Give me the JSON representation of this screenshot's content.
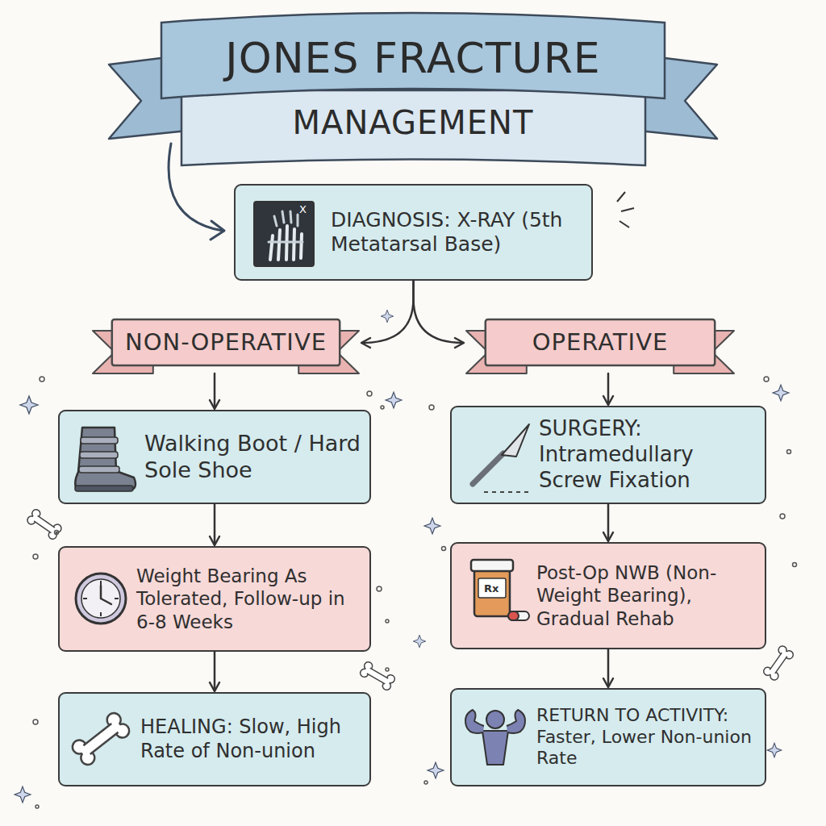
{
  "diagram": {
    "title": "JONES FRACTURE MANAGEMENT",
    "nodes": [
      {
        "text": [
          "DIAGNOSIS: X-RAY (5th Metatarsal Base)"
        ]
      },
      {
        "text": [
          "NON-OPERATIVE"
        ]
      },
      {
        "text": [
          "Walking Boot / Hard Sole Shoe"
        ]
      },
      {
        "text": [
          "Weight Bearing As Tolerated, Follow-up in 6-8 Weeks"
        ]
      },
      {
        "text": [
          "HEALING: Slow, High Rate of Non-union"
        ]
      },
      {
        "text": [
          "OPERATIVE"
        ]
      },
      {
        "text": [
          "SURGERY: Intramedullary Screw Fixation"
        ]
      },
      {
        "text": [
          "Post-Op NWB (Non-Weight Bearing), Gradual Rehab"
        ]
      },
      {
        "text": [
          "RETURN TO ACTIVITY: Faster, Lower Non-union Rate"
        ]
      }
    ],
    "edges": [
      {
        "from": 0,
        "to": 1,
        "arrow": "to"
      },
      {
        "from": 0,
        "to": 5,
        "arrow": "to"
      },
      {
        "from": 1,
        "to": 2,
        "arrow": "to"
      },
      {
        "from": 2,
        "to": 3,
        "arrow": "to"
      },
      {
        "from": 3,
        "to": 4,
        "arrow": "to"
      },
      {
        "from": 5,
        "to": 6,
        "arrow": "to"
      },
      {
        "from": 6,
        "to": 7,
        "arrow": "to"
      },
      {
        "from": 7,
        "to": 8,
        "arrow": "to"
      }
    ],
    "labels": [
      "X",
      "Rx"
    ]
  }
}
